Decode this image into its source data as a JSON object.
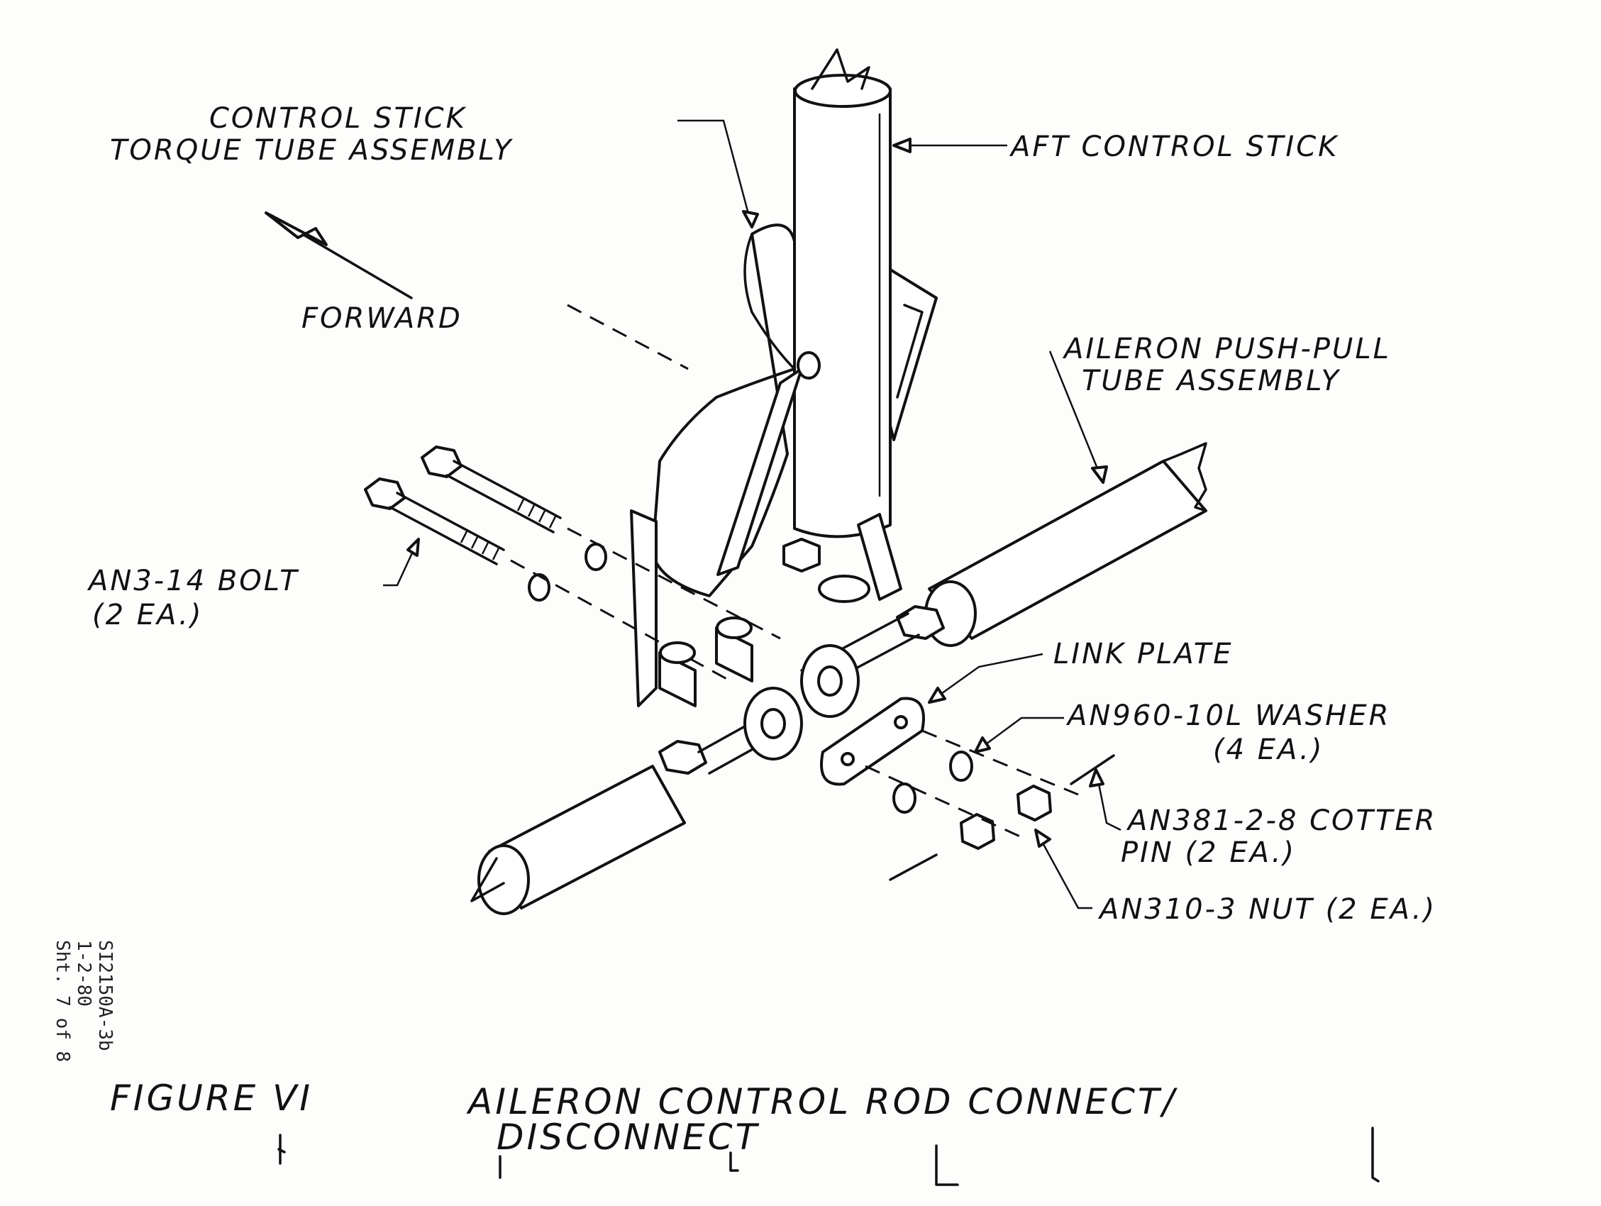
{
  "labels": {
    "torque_tube_line1": "CONTROL STICK",
    "torque_tube_line2": "TORQUE TUBE ASSEMBLY",
    "aft_stick": "AFT CONTROL STICK",
    "forward": "FORWARD",
    "push_pull_line1": "AILERON PUSH-PULL",
    "push_pull_line2": "TUBE ASSEMBLY",
    "bolt_line1": "AN3-14 BOLT",
    "bolt_line2": "(2 EA.)",
    "link_plate": "LINK PLATE",
    "washer_line1": "AN960-10L WASHER",
    "washer_line2": "(4 EA.)",
    "cotter_line1": "AN381-2-8 COTTER",
    "cotter_line2": "PIN (2 EA.)",
    "nut": "AN310-3 NUT (2 EA.)"
  },
  "stamp": {
    "line1": "SI2150A-3b",
    "line2": "1-2-80",
    "line3": "Sht. 7 of 8"
  },
  "caption": {
    "figure": "FIGURE VI",
    "title_line1": "AILERON CONTROL ROD CONNECT/",
    "title_line2": "DISCONNECT"
  },
  "colors": {
    "ink": "#111111",
    "paper": "#fdfdfb"
  }
}
